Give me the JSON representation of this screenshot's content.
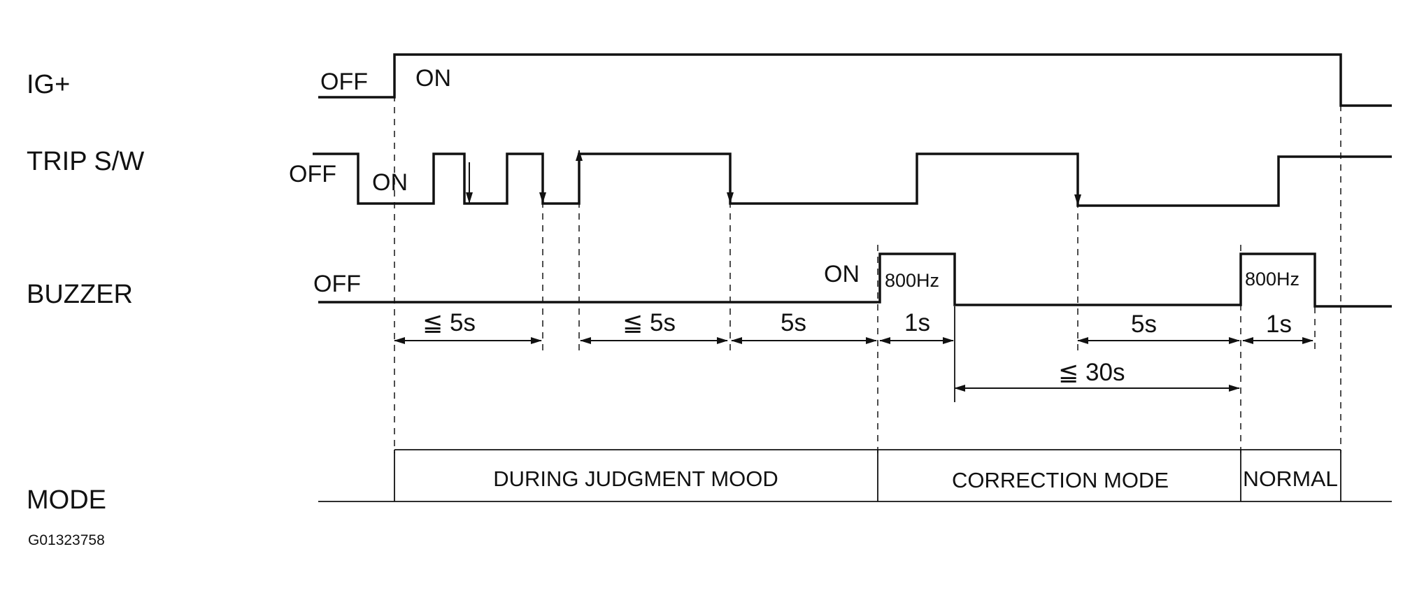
{
  "signals": {
    "ig": "IG+",
    "trip": "TRIP S/W",
    "buzzer": "BUZZER",
    "mode": "MODE"
  },
  "states": {
    "ig_off": "OFF",
    "ig_on": "ON",
    "trip_off": "OFF",
    "trip_on": "ON",
    "buzzer_off": "OFF",
    "buzzer_on": "ON"
  },
  "buzzer_pulses": [
    "800Hz",
    "800Hz"
  ],
  "durations": {
    "press_1": "≦ 5s",
    "press_2": "≦ 5s",
    "wait_1": "5s",
    "buzz_1": "1s",
    "wait_2": "5s",
    "buzz_2": "1s",
    "correction_limit": "≦ 30s"
  },
  "modes": [
    "DURING JUDGMENT MOOD",
    "CORRECTION MODE",
    "NORMAL"
  ],
  "figure_code": "G01323758"
}
